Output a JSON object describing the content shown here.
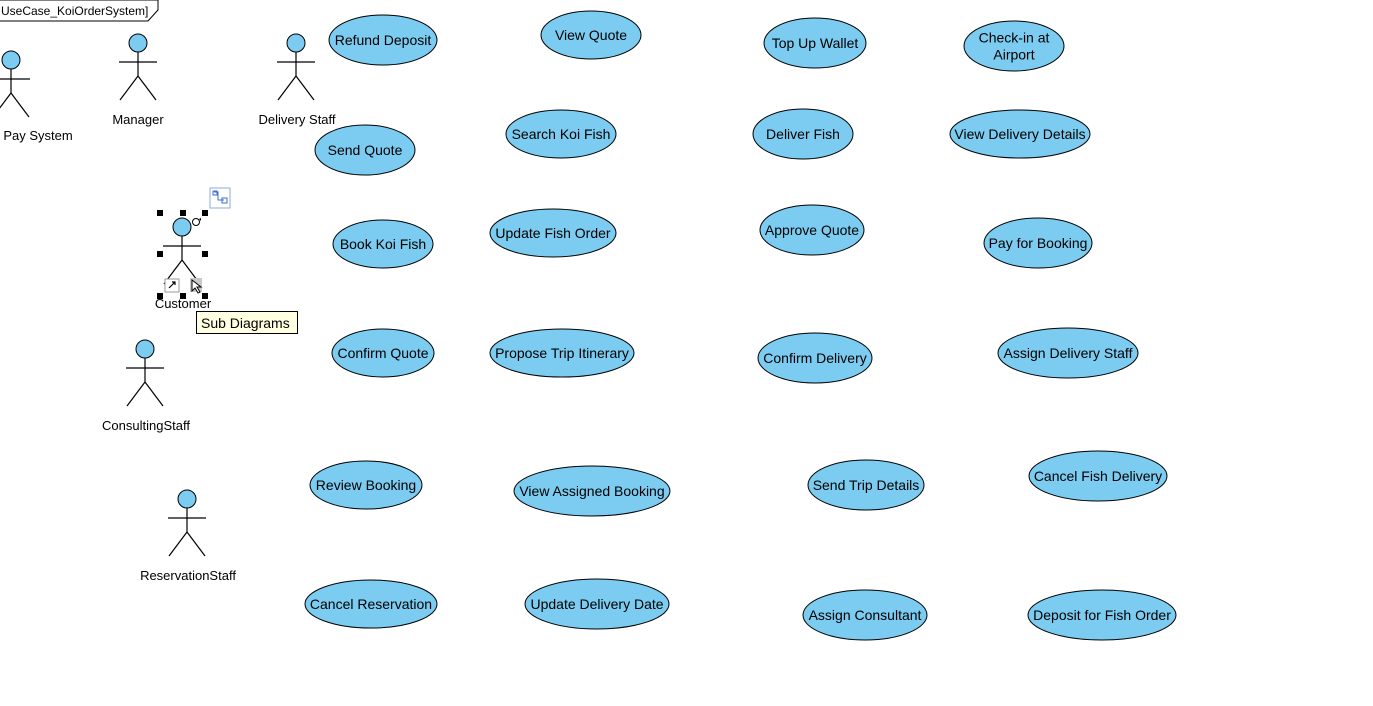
{
  "diagram": {
    "frame_label": "UseCase_KoiOrderSystem]",
    "tooltip": "Sub Diagrams",
    "colors": {
      "usecase_fill": "#7ccbf0",
      "usecase_stroke": "#000000",
      "actor_head_fill": "#7ccbf0",
      "tooltip_bg": "#ffffe1",
      "selection_handle": "#000000",
      "icon_blue": "#3a6fd0"
    },
    "actors": [
      {
        "id": "paysystem",
        "label": "Pay System"
      },
      {
        "id": "manager",
        "label": "Manager"
      },
      {
        "id": "deliverystaff",
        "label": "Delivery Staff"
      },
      {
        "id": "customer",
        "label": "Customer"
      },
      {
        "id": "consultingstaff",
        "label": "ConsultingStaff"
      },
      {
        "id": "reservationstaff",
        "label": "ReservationStaff"
      }
    ],
    "use_cases": [
      {
        "id": "refund-deposit",
        "lines": [
          "Refund Deposit"
        ]
      },
      {
        "id": "view-quote",
        "lines": [
          "View Quote"
        ]
      },
      {
        "id": "top-up-wallet",
        "lines": [
          "Top Up Wallet"
        ]
      },
      {
        "id": "check-in-airport",
        "lines": [
          "Check-in at",
          "Airport"
        ]
      },
      {
        "id": "send-quote",
        "lines": [
          "Send Quote"
        ]
      },
      {
        "id": "search-koi-fish",
        "lines": [
          "Search Koi Fish"
        ]
      },
      {
        "id": "deliver-fish",
        "lines": [
          "Deliver Fish"
        ]
      },
      {
        "id": "view-delivery-details",
        "lines": [
          "View Delivery Details"
        ]
      },
      {
        "id": "book-koi-fish",
        "lines": [
          "Book Koi Fish"
        ]
      },
      {
        "id": "update-fish-order",
        "lines": [
          "Update Fish Order"
        ]
      },
      {
        "id": "approve-quote",
        "lines": [
          "Approve Quote"
        ]
      },
      {
        "id": "pay-for-booking",
        "lines": [
          "Pay for Booking"
        ]
      },
      {
        "id": "confirm-quote",
        "lines": [
          "Confirm Quote"
        ]
      },
      {
        "id": "propose-trip-itinerary",
        "lines": [
          "Propose Trip Itinerary"
        ]
      },
      {
        "id": "confirm-delivery",
        "lines": [
          "Confirm Delivery"
        ]
      },
      {
        "id": "assign-delivery-staff",
        "lines": [
          "Assign Delivery Staff"
        ]
      },
      {
        "id": "review-booking",
        "lines": [
          "Review Booking"
        ]
      },
      {
        "id": "view-assigned-booking",
        "lines": [
          "View Assigned Booking"
        ]
      },
      {
        "id": "send-trip-details",
        "lines": [
          "Send Trip Details"
        ]
      },
      {
        "id": "cancel-fish-delivery",
        "lines": [
          "Cancel Fish Delivery"
        ]
      },
      {
        "id": "cancel-reservation",
        "lines": [
          "Cancel Reservation"
        ]
      },
      {
        "id": "update-delivery-date",
        "lines": [
          "Update Delivery Date"
        ]
      },
      {
        "id": "assign-consultant",
        "lines": [
          "Assign Consultant"
        ]
      },
      {
        "id": "deposit-for-fish-order",
        "lines": [
          "Deposit for Fish Order"
        ]
      }
    ]
  }
}
